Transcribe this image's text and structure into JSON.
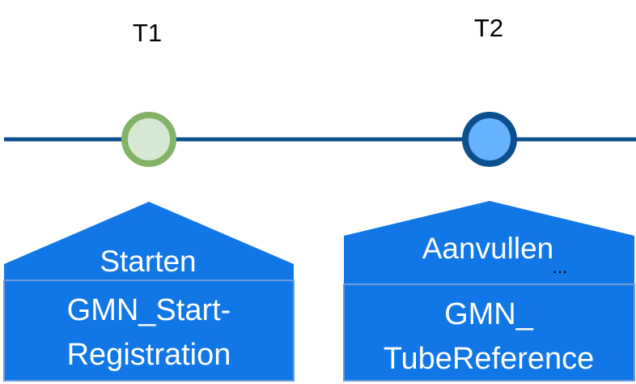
{
  "timeline": {
    "line_color": "#0b4f8f",
    "events": [
      {
        "marker_label": "T1",
        "marker_fill": "#d5e8d4",
        "marker_stroke": "#82b366",
        "header": "Starten",
        "header_suffix": "",
        "box_lines": [
          "GMN_Start-",
          "Registration"
        ]
      },
      {
        "marker_label": "T2",
        "marker_fill": "#66b2ff",
        "marker_stroke": "#0b4f8f",
        "header": "Aanvullen",
        "header_suffix": "...",
        "box_lines": [
          "GMN_",
          "TubeReference"
        ]
      }
    ]
  },
  "colors": {
    "shape_fill": "#1177e6",
    "shape_border": "#6f9bd8"
  }
}
